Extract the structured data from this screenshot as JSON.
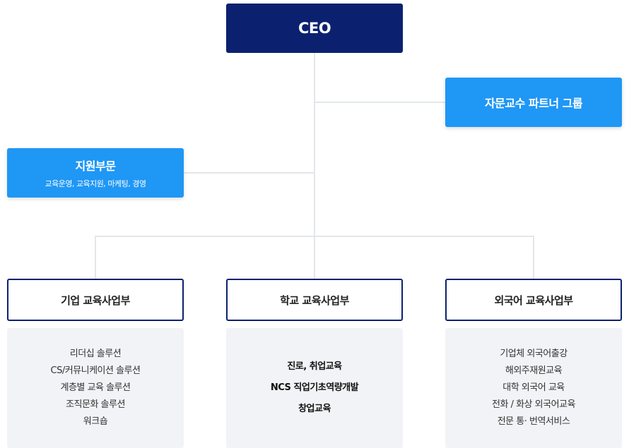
{
  "ceo": "CEO",
  "advisory": "자문교수 파트너 그룹",
  "support": {
    "title": "지원부문",
    "subtitle": "교육운영, 교육지원, 마케팅, 경영"
  },
  "divisions": [
    {
      "title": "기업 교육사업부",
      "items": [
        "리더십 솔루션",
        "CS/커뮤니케이션 솔루션",
        "계층별 교육 솔루션",
        "조직문화 솔루션",
        "워크숍"
      ]
    },
    {
      "title": "학교 교육사업부",
      "items": [
        "진로, 취업교육",
        "NCS 직업기초역량개발",
        "창업교육"
      ]
    },
    {
      "title": "외국어 교육사업부",
      "items": [
        "기업체 외국어출강",
        "해외주재원교육",
        "대학 외국어 교육",
        "전화 / 화상 외국어교육",
        "전문 통· 번역서비스"
      ]
    }
  ],
  "colors": {
    "ceo_bg": "#0b2170",
    "blue_box": "#1f97f5",
    "detail_bg": "#f1f3f6",
    "connector": "#e3e6ea"
  }
}
